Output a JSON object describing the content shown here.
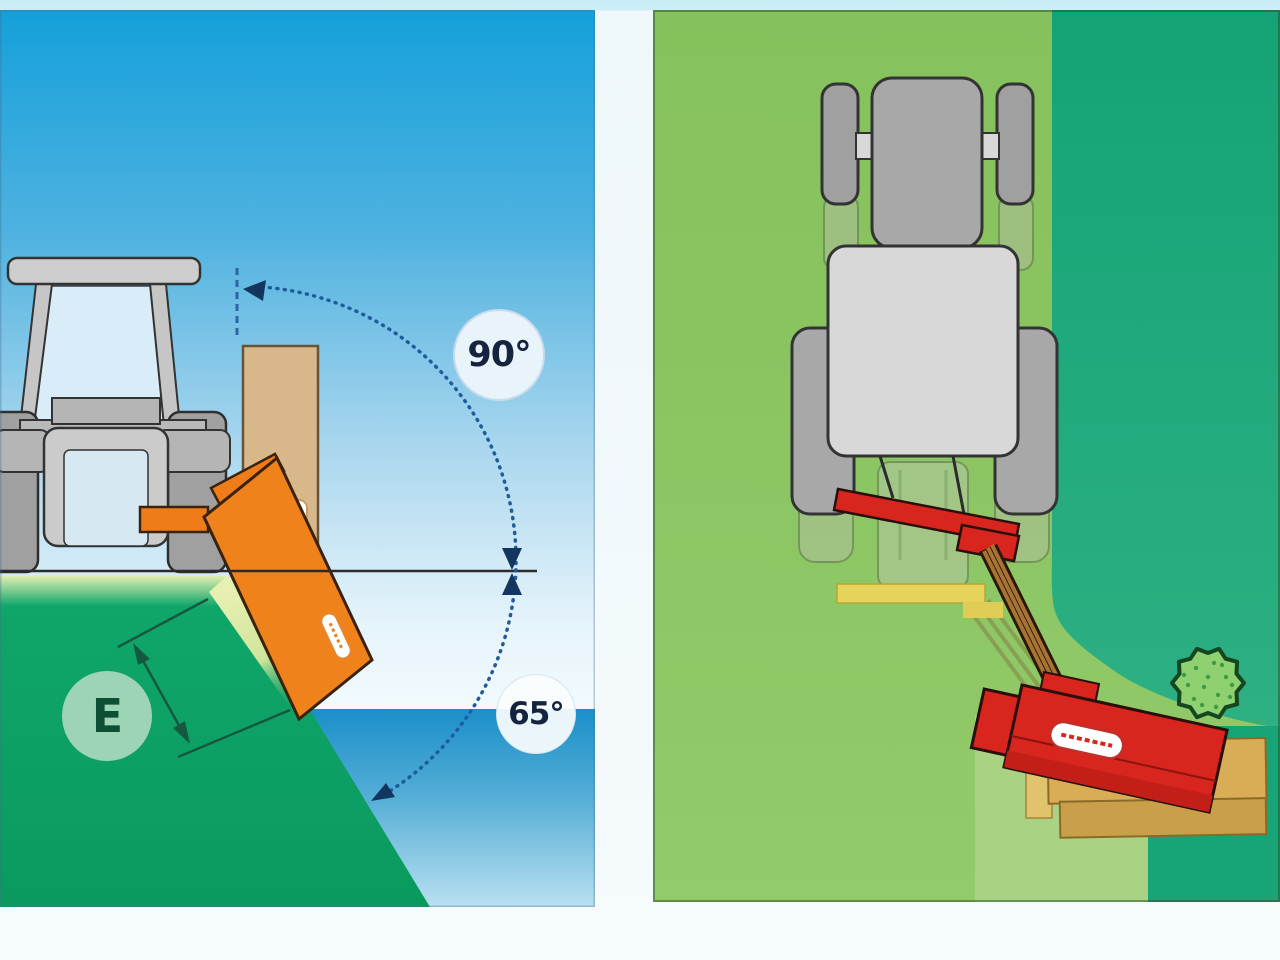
{
  "diagram": {
    "title": "mower-working-angles-illustration",
    "left_panel": {
      "view": "rear-view-slope-mowing",
      "badges": {
        "angle_up": "90°",
        "angle_down": "65°",
        "dimension": "E"
      },
      "colors": {
        "sky_top": "#14a0da",
        "sky_bottom": "#eef7fc",
        "water_top": "#1b8fc9",
        "water_bottom": "#b9e0f0",
        "slope_green": "#0ea166",
        "verge_yellow_green": "#e7efb2",
        "mower_orange": "#ef7d17",
        "arc_blue": "#1f5c9c",
        "dimension_green": "#14593f",
        "post_tan": "#d8b88a",
        "tractor_gray": "#b5b5b5"
      }
    },
    "right_panel": {
      "view": "top-view-boom-mower",
      "colors": {
        "grass_light": "#8cc562",
        "grass_dark": "#12a173",
        "grass_band": "#a9d282",
        "mower_red": "#d8251d",
        "plank_tan": "#d9ad55",
        "bar_yellow": "#e6d35c",
        "boom_brown": "#a87434",
        "bush_green": "#8fd171",
        "tractor_gray": "#a8a8a8",
        "cab_gray": "#d8d8d8"
      }
    }
  }
}
